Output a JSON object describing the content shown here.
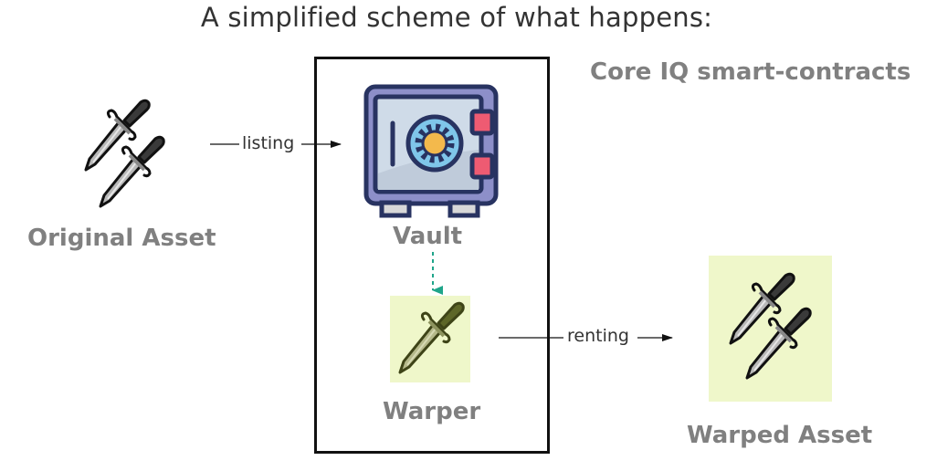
{
  "title": "A simplified scheme of what happens:",
  "container": {
    "label": "Core IQ smart-contracts",
    "border_color": "#111111"
  },
  "nodes": {
    "original_asset": {
      "label": "Original Asset",
      "icon": "double-dagger-icon"
    },
    "vault": {
      "label": "Vault",
      "icon": "safe-vault-icon"
    },
    "warper": {
      "label": "Warper",
      "icon": "dagger-icon",
      "background": "#eff7ca"
    },
    "warped_asset": {
      "label": "Warped Asset",
      "icon": "double-dagger-icon",
      "background": "#eff7ca"
    }
  },
  "edges": {
    "listing": {
      "label": "listing",
      "from": "Original Asset",
      "to": "Vault"
    },
    "vault_to_warper": {
      "label": "",
      "from": "Vault",
      "to": "Warper",
      "style": "dashed",
      "color": "#1fa58a"
    },
    "renting": {
      "label": "renting",
      "from": "Warper",
      "to": "Warped Asset"
    }
  },
  "colors": {
    "label_gray": "#808080",
    "text_dark": "#333333",
    "highlight_bg": "#eff7ca",
    "dashed_arrow": "#1fa58a"
  }
}
